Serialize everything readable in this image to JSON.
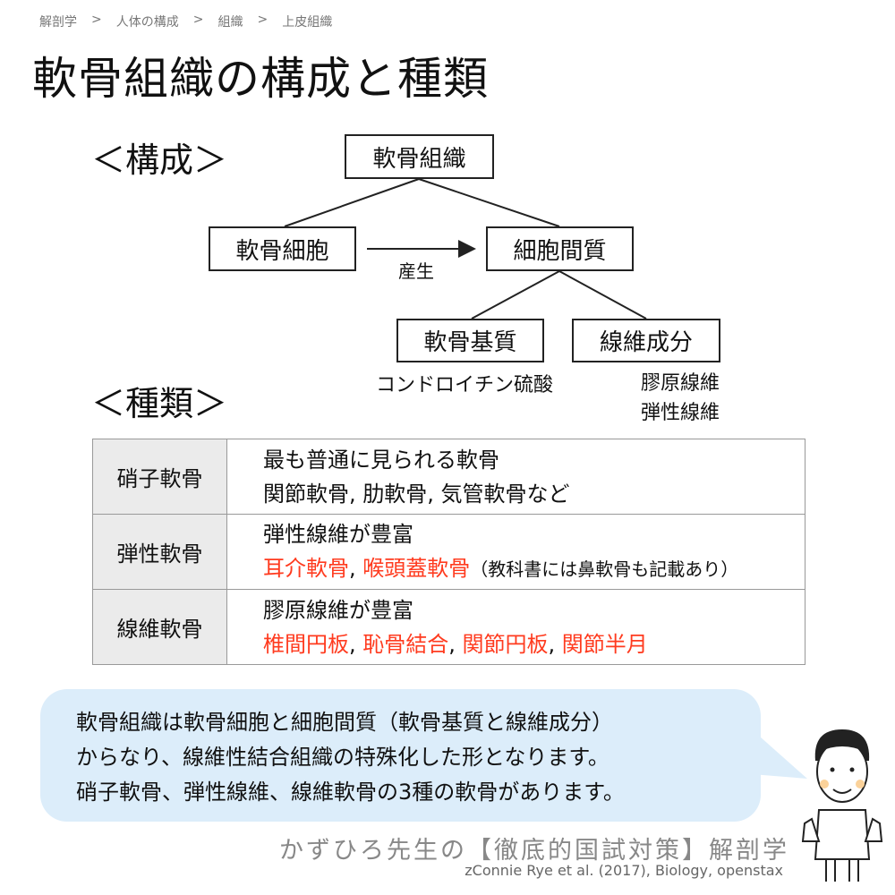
{
  "breadcrumb": [
    "解剖学",
    ">",
    "人体の構成",
    ">",
    "組織",
    ">",
    "上皮組織"
  ],
  "title": "軟骨組織の構成と種類",
  "composition": {
    "heading": "＜構成＞",
    "root": "軟骨組織",
    "cell": "軟骨細胞",
    "matrix": "細胞間質",
    "arrow_label": "産生",
    "ground": "軟骨基質",
    "fiber": "線維成分",
    "ground_note": "コンドロイチン硫酸",
    "fiber_notes": [
      "膠原線維",
      "弾性線維"
    ]
  },
  "types": {
    "heading": "＜種類＞",
    "rows": [
      {
        "name": "硝子軟骨",
        "line1": "最も普通に見られる軟骨",
        "line2": [
          {
            "t": "関節軟骨, 肋軟骨, 気管軟骨など",
            "red": false
          }
        ]
      },
      {
        "name": "弾性軟骨",
        "line1": "弾性線維が豊富",
        "line2": [
          {
            "t": "耳介軟骨",
            "red": true
          },
          {
            "t": ", ",
            "red": false
          },
          {
            "t": "喉頭蓋軟骨",
            "red": true
          },
          {
            "t": "（教科書には鼻軟骨も記載あり）",
            "red": false,
            "small": true
          }
        ]
      },
      {
        "name": "線維軟骨",
        "line1": "膠原線維が豊富",
        "line2": [
          {
            "t": "椎間円板",
            "red": true
          },
          {
            "t": ", ",
            "red": false
          },
          {
            "t": "恥骨結合",
            "red": true
          },
          {
            "t": ", ",
            "red": false
          },
          {
            "t": "関節円板",
            "red": true
          },
          {
            "t": ", ",
            "red": false
          },
          {
            "t": "関節半月",
            "red": true
          }
        ]
      }
    ]
  },
  "bubble": [
    "軟骨組織は軟骨細胞と細胞間質（軟骨基質と線維成分）",
    "からなり、線維性結合組織の特殊化した形となります。",
    "硝子軟骨、弾性線維、線維軟骨の3種の軟骨があります。"
  ],
  "footer": "かずひろ先生の【徹底的国試対策】解剖学",
  "citation": "zConnie Rye et al. (2017), Biology, openstax",
  "colors": {
    "accent_red": "#ff3b1f",
    "bubble": "#dcedfa",
    "header_cell": "#ebebeb"
  }
}
